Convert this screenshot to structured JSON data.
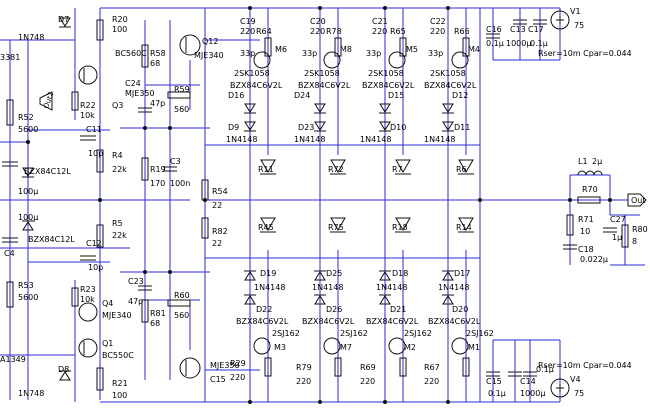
{
  "labels": {
    "r20": "R20",
    "r20v": "100",
    "d7": "D7",
    "d7v": "1N748",
    "q_left_top": "3381",
    "out2": "Out2",
    "r22": "R22",
    "r22v": "10k",
    "q3": "Q3",
    "r52": "R52",
    "r52v": "5600",
    "c11": "C11",
    "c11v": "10p",
    "r4": "R4",
    "r4v": "22k",
    "bzx_top": "BZX84C12L",
    "cap100a": "100µ",
    "cap100b": "100µ",
    "r5": "R5",
    "r5v": "22k",
    "bzx_bot": "BZX84C12L",
    "c4": "C4",
    "c12": "C12",
    "c12v": "10p",
    "r53": "R53",
    "r53v": "5600",
    "r23": "R23",
    "r23v": "10k",
    "q4": "Q4",
    "mje340b": "MJE340",
    "q1": "Q1",
    "bc550c": "BC550C",
    "a1349": "A1349",
    "d8": "D8",
    "d8v": "1N748",
    "r21": "R21",
    "r21v": "100",
    "bc560c": "BC560C",
    "r58": "R58",
    "r58v": "68",
    "c24": "C24",
    "mje350a": "MJE350",
    "c24v": "47p",
    "q12": "Q12",
    "mje340a": "MJE340",
    "r59": "R59",
    "r59v": "560",
    "r19": "R19",
    "r19v": "170",
    "c3": "C3",
    "c3v": "100n",
    "r54": "R54",
    "r54v": "22",
    "r82": "R82",
    "r82v": "22",
    "c23": "C23",
    "c23v": "47p",
    "r81": "R81",
    "r81v": "68",
    "r60": "R60",
    "r60v": "560",
    "mje350b": "MJE350",
    "c15b": "C15",
    "c16": "C16",
    "c16v": "0.1µ",
    "c13": "C13",
    "c13v": "1000µ",
    "c17": "C17",
    "c17v": "0.1µ",
    "v1": "V1",
    "v1v": "75",
    "rser_top": "Rser=10m Cpar=0.044",
    "l1": "L1",
    "l1v": "2µ",
    "r70": "R70",
    "r71": "R71",
    "r71v": "10",
    "c27": "C27",
    "c27v": "1µ",
    "r80": "R80",
    "r80v": "8",
    "c18": "C18",
    "c18v": "0.022µ",
    "out": "Out",
    "c15": "C15",
    "c15v": "0.1µ",
    "c14": "C14",
    "c14v": "1000µ",
    "c14b": "0.1µ",
    "v4": "V4",
    "v4v": "75",
    "rser_bot": "Rser=10m Cpar=0.044",
    "c19": "C19",
    "r64": "R64",
    "m6": "M6",
    "c20": "C20",
    "r78": "R78",
    "m8": "M8",
    "c21": "C21",
    "r65": "R65",
    "m5": "M5",
    "c22": "C22",
    "r66": "R66",
    "m4": "M4",
    "d16": "D16",
    "d24": "D24",
    "d15": "D15",
    "d12": "D12",
    "d9": "D9",
    "d23": "D23",
    "d10": "D10",
    "d11": "D11",
    "r11": "R11",
    "r72": "R72",
    "r7": "R7",
    "r6": "R6",
    "r45": "R45",
    "r75": "R75",
    "r18": "R18",
    "r14": "R14",
    "d19": "D19",
    "d25": "D25",
    "d18": "D18",
    "d17": "D17",
    "d22": "D22",
    "d26": "D26",
    "d21": "D21",
    "d20": "D20",
    "m3": "M3",
    "m7": "M7",
    "m2": "M2",
    "m1": "M1",
    "r29": "R29",
    "r79": "R79",
    "r69": "R69",
    "r67": "R67",
    "n220": "220",
    "n33p": "33p",
    "n2sk": "2SK1058",
    "nbzx6": "BZX84C6V2L",
    "n1n4148": "1N4148",
    "n2sj": "2SJ162"
  }
}
